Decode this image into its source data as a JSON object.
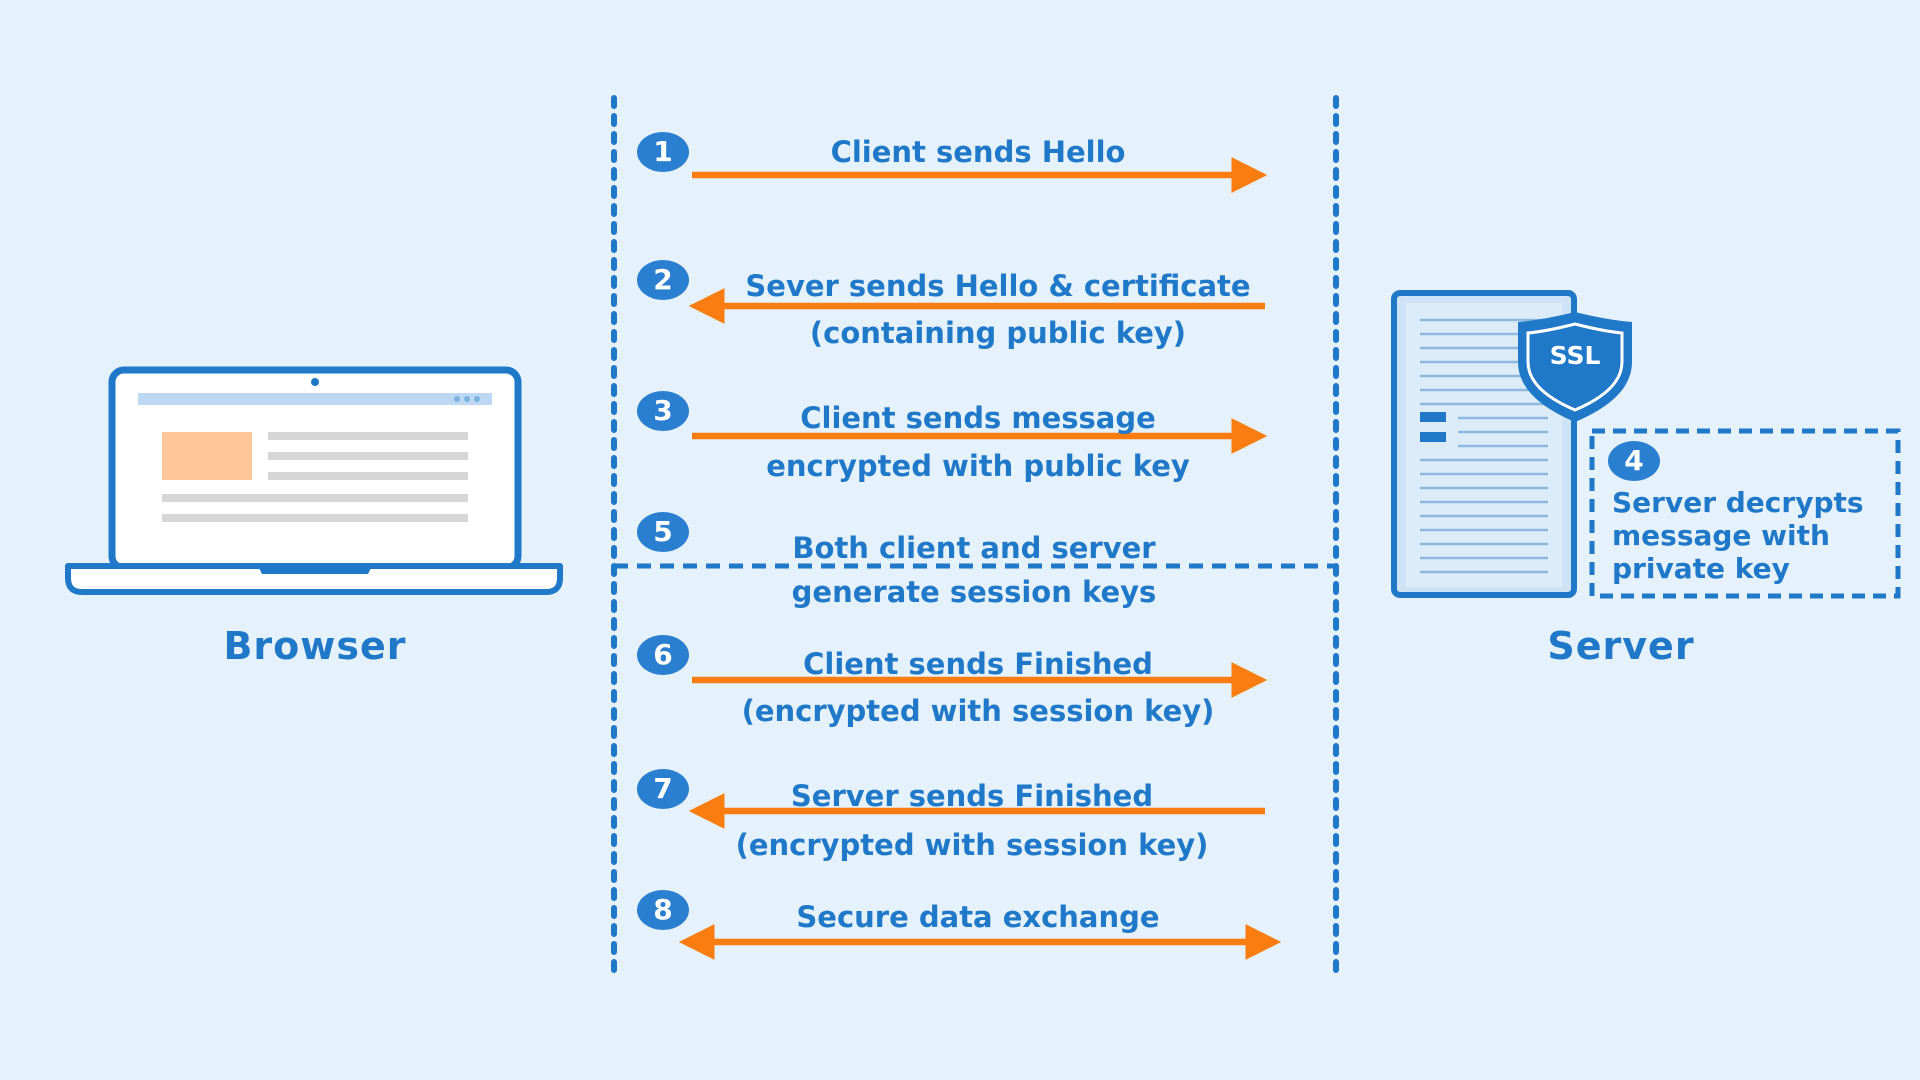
{
  "nodes": {
    "browser": "Browser",
    "server": "Server",
    "ssl_badge": "SSL"
  },
  "steps": [
    {
      "num": "1",
      "lines": [
        "Client sends Hello"
      ],
      "direction": "right"
    },
    {
      "num": "2",
      "lines": [
        "Sever sends Hello & certificate",
        "(containing public key)"
      ],
      "direction": "left"
    },
    {
      "num": "3",
      "lines": [
        "Client sends message",
        "encrypted with public key"
      ],
      "direction": "right"
    },
    {
      "num": "5",
      "lines": [
        "Both client and server",
        "generate session keys"
      ],
      "direction": "none"
    },
    {
      "num": "6",
      "lines": [
        "Client sends Finished",
        "(encrypted with session key)"
      ],
      "direction": "right"
    },
    {
      "num": "7",
      "lines": [
        "Server sends Finished",
        "(encrypted with session key)"
      ],
      "direction": "left"
    },
    {
      "num": "8",
      "lines": [
        "Secure data exchange"
      ],
      "direction": "both"
    }
  ],
  "server_note": {
    "num": "4",
    "lines": [
      "Server decrypts",
      "message with",
      "private key"
    ]
  },
  "colors": {
    "background": "#e5f1fb",
    "primary_blue": "#1f78c8",
    "arrow_orange": "#fb7d12",
    "badge_blue": "#2a7fd0",
    "screen_placeholder": "#fdc79a"
  },
  "icons": [
    "laptop-icon",
    "server-icon",
    "shield-icon"
  ]
}
